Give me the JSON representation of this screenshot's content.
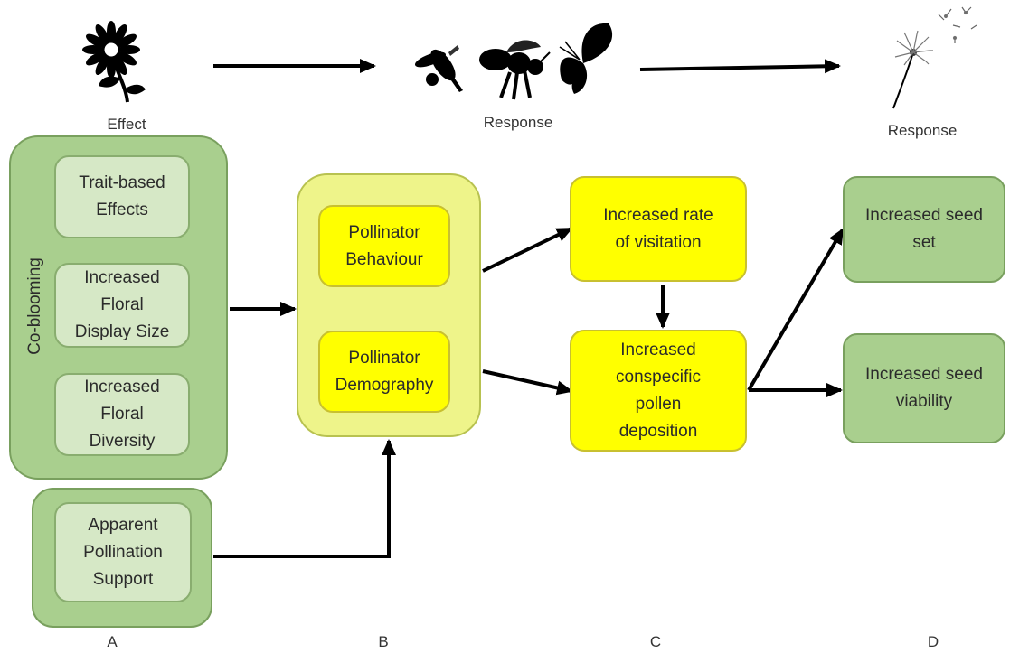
{
  "top": {
    "effect_label": "Effect",
    "response_middle_label": "Response",
    "response_right_label": "Response"
  },
  "column_a": {
    "group_label": "Co-blooming",
    "items": [
      {
        "label": "Trait-based\nEffects"
      },
      {
        "label": "Increased\nFloral\nDisplay Size"
      },
      {
        "label": "Increased\nFloral\nDiversity"
      }
    ],
    "support": {
      "label": "Apparent\nPollination\nSupport"
    }
  },
  "column_b": {
    "items": [
      {
        "label": "Pollinator\nBehaviour"
      },
      {
        "label": "Pollinator\nDemography"
      }
    ]
  },
  "column_c": {
    "items": [
      {
        "label": "Increased rate\nof visitation"
      },
      {
        "label": "Increased\nconspecific\npollen\ndeposition"
      }
    ]
  },
  "column_d": {
    "items": [
      {
        "label": "Increased seed\nset"
      },
      {
        "label": "Increased seed\nviability"
      }
    ]
  },
  "column_letters": [
    "A",
    "B",
    "C",
    "D"
  ],
  "colors": {
    "green_fill": "#a9cf8e",
    "green_inner_fill": "#d6e8c6",
    "lime_fill": "#eef48a",
    "yellow_fill": "#ffff00",
    "arrow": "#000000"
  },
  "icons": [
    "flower-icon",
    "hoverfly-icon",
    "bee-icon",
    "butterfly-icon",
    "dandelion-seedhead-icon"
  ]
}
